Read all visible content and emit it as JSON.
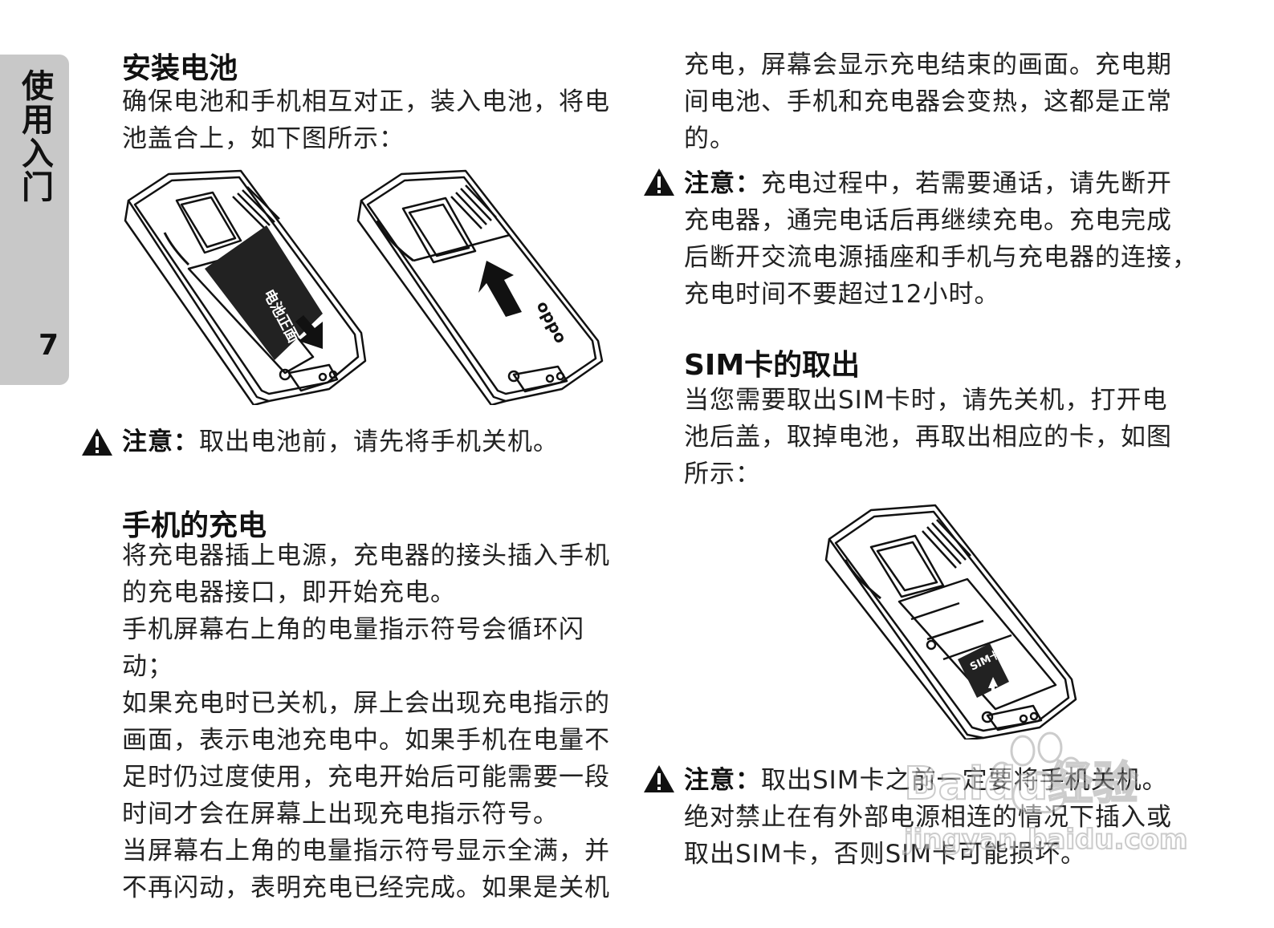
{
  "side_tab": {
    "title": "使用入门",
    "page_number": "7"
  },
  "sections": {
    "install_battery": {
      "title": "安装电池",
      "body_lines": [
        "确保电池和手机相互对正，装入电池，将电",
        "池盖合上，如下图所示："
      ],
      "battery_label": "电池正面",
      "note_label": "注意：",
      "note_text": "取出电池前，请先将手机关机。"
    },
    "charging": {
      "title": "手机的充电",
      "body_lines": [
        "将充电器插上电源，充电器的接头插入手机",
        "的充电器接口，即开始充电。",
        "手机屏幕右上角的电量指示符号会循环闪动；",
        "如果充电时已关机，屏上会出现充电指示的",
        "画面，表示电池充电中。如果手机在电量不",
        "足时仍过度使用，充电开始后可能需要一段",
        "时间才会在屏幕上出现充电指示符号。",
        "当屏幕右上角的电量指示符号显示全满，并",
        "不再闪动，表明充电已经完成。如果是关机"
      ],
      "continued_lines": [
        "充电，屏幕会显示充电结束的画面。充电期",
        "间电池、手机和充电器会变热，这都是正常",
        "的。"
      ],
      "note_label": "注意：",
      "note_lines": [
        "充电过程中，若需要通话，请先断开",
        "充电器，通完电话后再继续充电。充电完成",
        "后断开交流电源插座和手机与充电器的连接，",
        "充电时间不要超过12小时。"
      ]
    },
    "sim_removal": {
      "title": "SIM卡的取出",
      "body_lines": [
        "当您需要取出SIM卡时，请先关机，打开电",
        "池后盖，取掉电池，再取出相应的卡，如图",
        "所示："
      ],
      "sim_label": "SIM卡",
      "note_label": "注意：",
      "note_lines": [
        "取出SIM卡之前一定要将手机关机。",
        "绝对禁止在有外部电源相连的情况下插入或",
        "取出SIM卡，否则SIM卡可能损坏。"
      ]
    }
  },
  "phone_brand": "oppo",
  "watermark": {
    "logo_text": "Baidu经验",
    "url_text": "jingyan.baidu.com"
  },
  "icons": {
    "warning": "warning-triangle-icon"
  }
}
